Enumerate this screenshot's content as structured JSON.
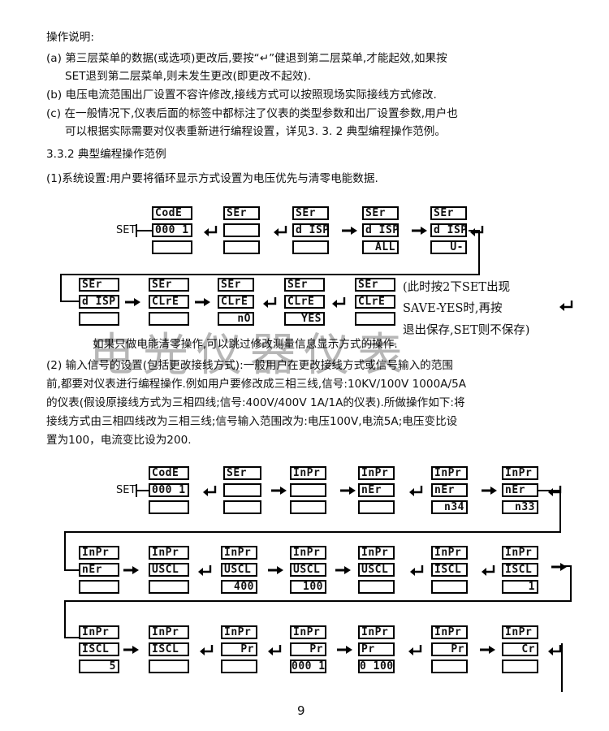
{
  "text": {
    "heading": "操作说明:",
    "a1": "(a) 第三层菜单的数据(或选项)更改后,要按“↵”健退到第二层菜单,才能起效,如果按",
    "a2": "SET退到第二层菜单,则未发生更改(即更改不起效).",
    "b1": "(b) 电压电流范围出厂设置不容许修改,接线方式可以按照现场实际接线方式修改.",
    "c1": "(c) 在一般情况下,仪表后面的标签中都标注了仪表的类型参数和出厂设置参数,用户也",
    "c2": "可以根据实际需要对仪表重新进行编程设置，详见3. 3. 2 典型编程操作范例。",
    "sec": "3.3.2 典型编程操作范例",
    "ex1": "(1)系统设置:用户要将循环显示方式设置为电压优先与清零电能数据.",
    "note1": "(此时按2下SET出现",
    "note2": "SAVE-YES时,再按",
    "note3": "退出保存,SET则不保存)",
    "note4": "如果只做电能清零操作,可以跳过修改测量信息显示方式的操作.",
    "ex2_1": "(2) 输入信号的设置(包括更改接线方式):一般用户在更改接线方式或信号输入的范围",
    "ex2_2": "前,都要对仪表进行编程操作.例如用户要修改成三相三线,信号:10KV/100V 1000A/5A",
    "ex2_3": "的仪表(假设原接线方式为三相四线;信号:400V/400V 1A/1A的仪表).所做操作如下:将",
    "ex2_4": "接线方式由三相四线改为三相三线;信号输入范围改为:电压100V,电流5A;电压变比设",
    "ex2_5": "置为100，电流变比设为200.",
    "set1": "SET",
    "set2": "SET",
    "watermark": "电光仪器仪表",
    "page": "9"
  },
  "icons": {
    "enter": "enter-key-icon",
    "arrow": "right-arrow-icon"
  },
  "displays": {
    "d1": {
      "t": "CodE",
      "m": "000 1",
      "b": ""
    },
    "d2": {
      "t": "SEr",
      "m": "",
      "b": ""
    },
    "d3": {
      "t": "SEr",
      "m": "d ISP",
      "b": ""
    },
    "d4": {
      "t": "SEr",
      "m": "d ISP",
      "b": "ALL"
    },
    "d5": {
      "t": "SEr",
      "m": "d ISP",
      "b": "U-"
    },
    "d6": {
      "t": "SEr",
      "m": "d ISP",
      "b": ""
    },
    "d7": {
      "t": "SEr",
      "m": "CLrE",
      "b": ""
    },
    "d8": {
      "t": "SEr",
      "m": "CLrE",
      "b": "nO"
    },
    "d9": {
      "t": "SEr",
      "m": "CLrE",
      "b": "YES"
    },
    "d10": {
      "t": "SEr",
      "m": "CLrE",
      "b": ""
    },
    "e1": {
      "t": "CodE",
      "m": "000 1",
      "b": ""
    },
    "e2": {
      "t": "SEr",
      "m": "",
      "b": ""
    },
    "e3": {
      "t": "InPr",
      "m": "",
      "b": ""
    },
    "e4": {
      "t": "InPr",
      "m": "nEr",
      "b": ""
    },
    "e5": {
      "t": "InPr",
      "m": "nEr",
      "b": "n34"
    },
    "e6": {
      "t": "InPr",
      "m": "nEr",
      "b": "n33"
    },
    "e7": {
      "t": "InPr",
      "m": "nEr",
      "b": ""
    },
    "e8": {
      "t": "InPr",
      "m": "USCL",
      "b": ""
    },
    "e9": {
      "t": "InPr",
      "m": "USCL",
      "b": "400"
    },
    "e10": {
      "t": "InPr",
      "m": "USCL",
      "b": "100"
    },
    "e11": {
      "t": "InPr",
      "m": "USCL",
      "b": ""
    },
    "e12": {
      "t": "InPr",
      "m": "ISCL",
      "b": ""
    },
    "e13": {
      "t": "InPr",
      "m": "ISCL",
      "b": "1"
    },
    "e14": {
      "t": "InPr",
      "m": "ISCL",
      "b": "5"
    },
    "e15": {
      "t": "InPr",
      "m": "ISCL",
      "b": ""
    },
    "e16": {
      "t": "InPr",
      "m": "Pr",
      "b": ""
    },
    "e17": {
      "t": "InPr",
      "m": "Pr",
      "b": "000 1"
    },
    "e18": {
      "t": "InPr",
      "m": "Pr",
      "b": "0 100"
    },
    "e19": {
      "t": "InPr",
      "m": "Pr",
      "b": ""
    },
    "e20": {
      "t": "InPr",
      "m": "Cr",
      "b": ""
    }
  }
}
